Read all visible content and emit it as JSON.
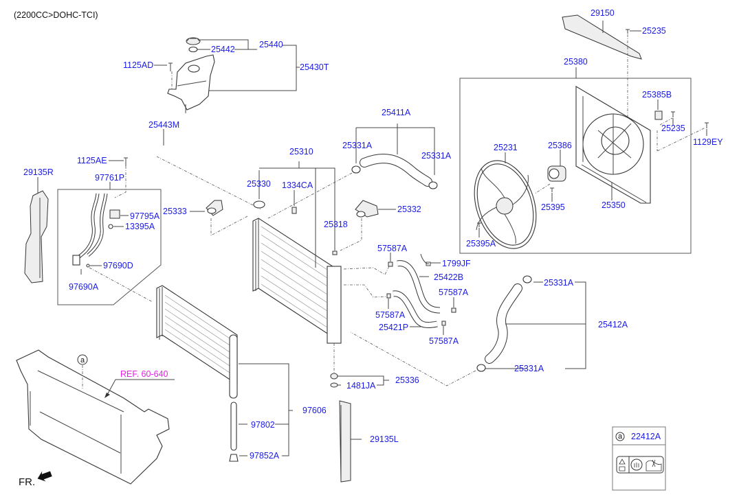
{
  "header": {
    "engine_spec": "(2200CC>DOHC-TCI)"
  },
  "reference": {
    "label": "REF. 60-640",
    "color": "#e61ee6"
  },
  "direction": {
    "label": "FR."
  },
  "label_color": "#1a1ae6",
  "callout_box": {
    "marker": "a",
    "part_no": "22412A",
    "icons": [
      "warning-manual-icon",
      "no-hand-icon",
      "hot-steam-icon"
    ]
  },
  "parts": {
    "p29150": "29150",
    "p25235_top": "25235",
    "p25380": "25380",
    "p25385B": "25385B",
    "p25235_right": "25235",
    "p1129EY": "1129EY",
    "p25231": "25231",
    "p25386": "25386",
    "p25395": "25395",
    "p25350": "25350",
    "p25395A": "25395A",
    "p25440": "25440",
    "p25442": "25442",
    "p1125AD": "1125AD",
    "p25430T": "25430T",
    "p25443M": "25443M",
    "p25411A": "25411A",
    "p25331A_1": "25331A",
    "p25331A_2": "25331A",
    "p25310": "25310",
    "p25330": "25330",
    "p1334CA": "1334CA",
    "p25333": "25333",
    "p25332": "25332",
    "p25318": "25318",
    "p1125AE": "1125AE",
    "p29135R": "29135R",
    "p97761P": "97761P",
    "p97795A": "97795A",
    "p13395A": "13395A",
    "p97690D": "97690D",
    "p97690A": "97690A",
    "p57587A_1": "57587A",
    "p1799JF": "1799JF",
    "p25422B": "25422B",
    "p57587A_2": "57587A",
    "p57587A_3": "57587A",
    "p25421P": "25421P",
    "p57587A_4": "57587A",
    "p25331A_3": "25331A",
    "p25412A": "25412A",
    "p25331A_4": "25331A",
    "p25336": "25336",
    "p1481JA": "1481JA",
    "p97606": "97606",
    "p97802": "97802",
    "p97852A": "97852A",
    "p29135L": "29135L"
  }
}
